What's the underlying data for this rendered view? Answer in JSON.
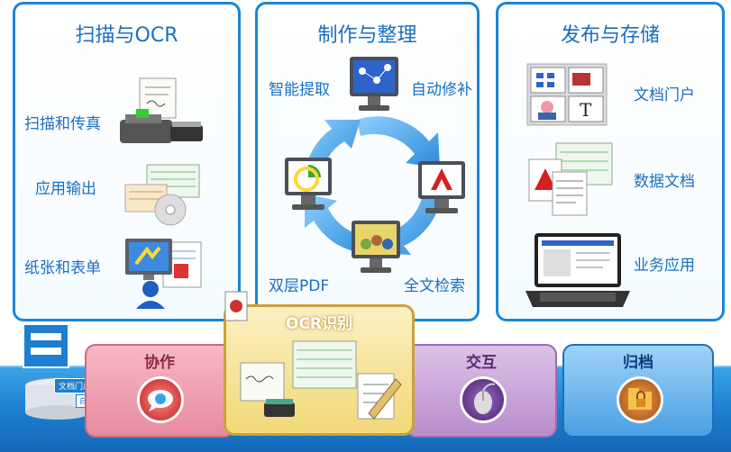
{
  "panels": {
    "scan": {
      "title": "扫描与OCR",
      "items": [
        "扫描和传真",
        "应用输出",
        "纸张和表单"
      ]
    },
    "make": {
      "title": "制作与整理",
      "cycle": [
        "智能提取",
        "自动修补",
        "全文检索",
        "双层PDF"
      ]
    },
    "publish": {
      "title": "发布与存储",
      "items": [
        "文档门户",
        "数据文档",
        "业务应用"
      ]
    }
  },
  "stages": {
    "collab": "协作",
    "ocr": "OCR识别",
    "interact": "交互",
    "archive": "归档"
  },
  "cylinder": {
    "tag": "文档门户",
    "sub": "自动分类"
  },
  "icons": [
    "scanner-fax-icon",
    "output-disc-icon",
    "forms-user-icon",
    "adobe-icon",
    "search-monitor-icon",
    "chart-monitor-icon",
    "workflow-monitor-icon",
    "portal-grid-icon",
    "pdf-docs-icon",
    "laptop-icon",
    "chat-bubble-icon",
    "mouse-icon",
    "folder-lock-icon",
    "pen-paper-icon",
    "certificate-icon"
  ],
  "colors": {
    "accent": "#1a86d6",
    "ocr_bg": "#f7e6a5",
    "collab": "#f08fa2",
    "interact": "#c9a3d8",
    "archive": "#6fb6f0"
  }
}
